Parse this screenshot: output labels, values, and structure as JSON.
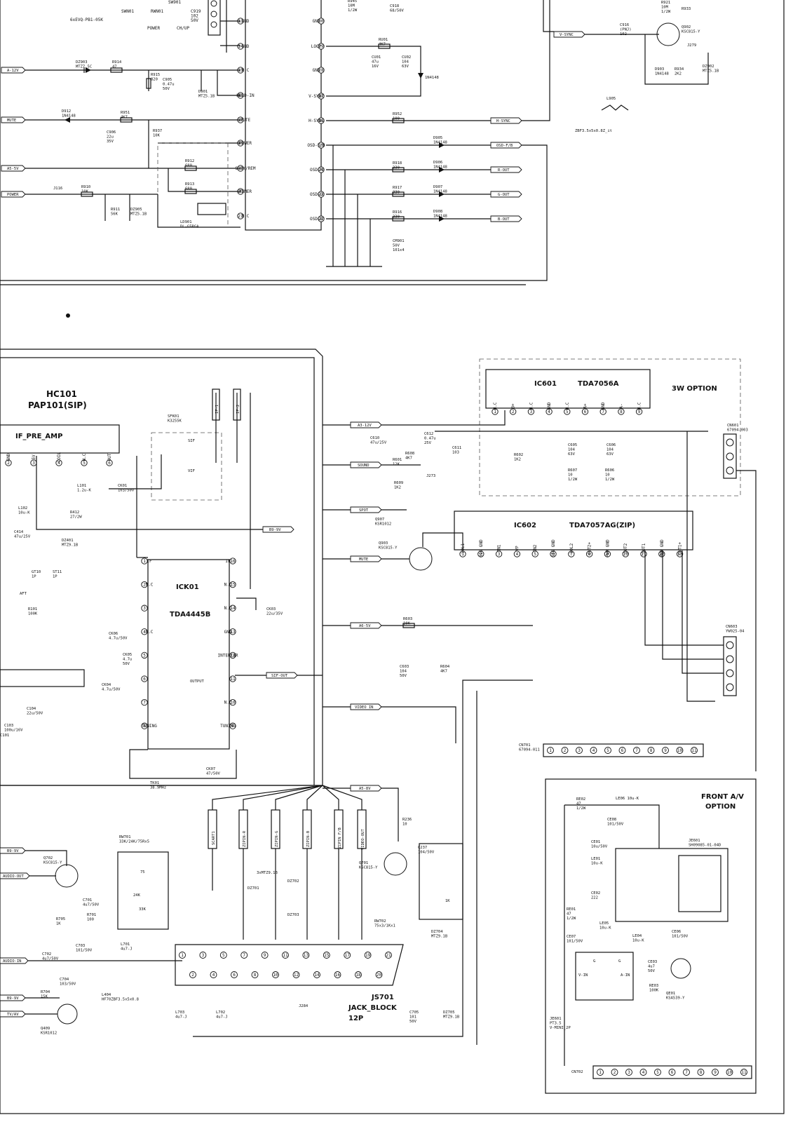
{
  "blocks": {
    "hc101": {
      "name": "HC101",
      "type": "PAP101(SIP)",
      "title": "IF_PRE_AMP"
    },
    "ick01": {
      "name": "ICK01",
      "type": "TDA4445B"
    },
    "ic601": {
      "name": "IC601",
      "type": "TDA7056A",
      "option": "3W OPTION"
    },
    "ic602": {
      "name": "IC602",
      "type": "TDA7057AG(ZIP)"
    },
    "front_av": {
      "title_line1": "FRONT A/V",
      "title_line2": "OPTION"
    },
    "js701": {
      "name": "JS701",
      "type": "JACK_BLOCK",
      "pins": "12P"
    }
  },
  "micro_pins_left": [
    {
      "num": "13",
      "label": "GND"
    },
    {
      "num": "14",
      "label": "GND"
    },
    {
      "num": "15",
      "label": "N.C"
    },
    {
      "num": "16",
      "label": "HOLD-IN"
    },
    {
      "num": "17",
      "label": "MUTE"
    },
    {
      "num": "18",
      "label": "POWER"
    },
    {
      "num": "19",
      "label": "S-BY/REM"
    },
    {
      "num": "20",
      "label": "TIMER"
    },
    {
      "num": "21",
      "label": "N.C"
    }
  ],
  "micro_pins_right": [
    {
      "num": "30",
      "label": "GND"
    },
    {
      "num": "29",
      "label": "LOOP"
    },
    {
      "num": "28",
      "label": "GND"
    },
    {
      "num": "27",
      "label": "V-SYNC"
    },
    {
      "num": "26",
      "label": "H-SYNC"
    },
    {
      "num": "25",
      "label": "OSD-F/B"
    },
    {
      "num": "24",
      "label": "OSD-R"
    },
    {
      "num": "23",
      "label": "OSD-G"
    },
    {
      "num": "22",
      "label": "OSD-B"
    }
  ],
  "ick01_pins_left": [
    {
      "num": "1",
      "label": "IF"
    },
    {
      "num": "2",
      "label": "N.C"
    },
    {
      "num": "3",
      "label": ""
    },
    {
      "num": "4",
      "label": "N.C"
    },
    {
      "num": "5",
      "label": ""
    },
    {
      "num": "6",
      "label": ""
    },
    {
      "num": "7",
      "label": ""
    },
    {
      "num": "8",
      "label": "TUNING"
    }
  ],
  "ick01_pins_right": [
    {
      "num": "16",
      "label": "IF"
    },
    {
      "num": "15",
      "label": "N.C"
    },
    {
      "num": "14",
      "label": "N.C"
    },
    {
      "num": "13",
      "label": "GND"
    },
    {
      "num": "12",
      "label": "INTERCAR"
    },
    {
      "num": "11",
      "label": ""
    },
    {
      "num": "10",
      "label": "N.C"
    },
    {
      "num": "9",
      "label": "TUNING"
    }
  ],
  "ick01_output_label": "OUTPUT",
  "hc101_pins": [
    {
      "num": "2",
      "label": "GND"
    },
    {
      "num": "3",
      "label": "5V"
    },
    {
      "num": "4",
      "label": "COIL"
    },
    {
      "num": "5",
      "label": "N.C"
    },
    {
      "num": "6",
      "label": "OUT"
    }
  ],
  "ic601_pins": [
    {
      "num": "1",
      "label": "N.C"
    },
    {
      "num": "2",
      "label": "B+"
    },
    {
      "num": "3",
      "label": "N.C"
    },
    {
      "num": "4",
      "label": "GND"
    },
    {
      "num": "5",
      "label": "N.C"
    },
    {
      "num": "6",
      "label": "A+"
    },
    {
      "num": "7",
      "label": "GND"
    },
    {
      "num": "8",
      "label": "A-"
    },
    {
      "num": "9",
      "label": "N.C"
    }
  ],
  "ic602_pins": [
    {
      "num": "1",
      "label": "VOL1"
    },
    {
      "num": "2",
      "label": "SIG GND"
    },
    {
      "num": "3",
      "label": "IN1"
    },
    {
      "num": "4",
      "label": "VP"
    },
    {
      "num": "5",
      "label": "IN2"
    },
    {
      "num": "6",
      "label": "SIG GND"
    },
    {
      "num": "7",
      "label": "VOL2"
    },
    {
      "num": "8",
      "label": "OUT2+"
    },
    {
      "num": "9",
      "label": "PWR GND"
    },
    {
      "num": "10",
      "label": "OUT2"
    },
    {
      "num": "11",
      "label": "OUT1"
    },
    {
      "num": "12",
      "label": "PWR GND"
    },
    {
      "num": "13",
      "label": "OUT1+"
    }
  ],
  "cn701_pins": [
    "1",
    "2",
    "3",
    "4",
    "5",
    "6",
    "7",
    "8",
    "9",
    "10",
    "11"
  ],
  "cn702_pins": [
    "1",
    "2",
    "3",
    "4",
    "5",
    "6",
    "7",
    "8",
    "9",
    "10",
    "11"
  ],
  "js701_top_pins": [
    "1",
    "3",
    "5",
    "7",
    "9",
    "11",
    "13",
    "15",
    "17",
    "19",
    "21"
  ],
  "js701_bottom_pins": [
    "2",
    "4",
    "6",
    "8",
    "10",
    "12",
    "14",
    "16",
    "18",
    "20"
  ],
  "signal_tags": {
    "a12v": "A-12V",
    "mute": "MUTE",
    "a55v": "A5-5V",
    "power": "POWER",
    "vsync": "V-SYNC",
    "hsync": "H-SYNC",
    "osdfb": "OSD-F/B",
    "rout": "R-OUT",
    "gout": "G-OUT",
    "bout": "B-OUT",
    "a3_12v": "A3-12V",
    "sound": "SOUND",
    "spot": "SPOT",
    "mute2": "MUTE",
    "b9_9v": "B9-9V",
    "a6_5v": "A6-5V",
    "sif_out": "SIF-OUT",
    "video_in": "VIDEO IN",
    "a5_8v": "A5-8V",
    "b9_9v_l": "B9-9V",
    "audio_out": "AUDIO-OUT",
    "audio_in": "AUDIO-IN",
    "b9_9v_l2": "B9-9V",
    "tv_av": "TV/AV"
  },
  "vertical_tags": {
    "scart1": "SCART1",
    "zipin_r": "ZIPIN-R",
    "zipin_g": "ZIPIN-G",
    "zipin_b": "ZIPIN-B",
    "zipin_fb": "ZIPIN F/B",
    "video_out": "VIDEO-OUT",
    "if1": "IF-1",
    "if2": "IF-2"
  },
  "labels": {
    "sw_evq": "6xEVQ-PB1-05K",
    "swn01": "SWN01",
    "rwn01": "RWN01",
    "sw901": "SW901",
    "power_btn": "POWER",
    "chup_btn": "CH/UP",
    "c919": "C919\n102\n50V",
    "dz903": "DZ903\nMTZ7.5C",
    "r914": "R914\n47",
    "r915": "R915\n820",
    "c905": "C905\n0.47u\n50V",
    "d901": "D901\nMTZ5.1B",
    "d912": "D912\n1N4148",
    "r951": "R951\n4K7",
    "c906": "C906\n22u\n35V",
    "r937": "R937\n10K",
    "r912": "R912\n680",
    "r913": "R913\n680",
    "j116": "J116",
    "r910": "R910\n10K",
    "r911": "R911\n56K",
    "dz905": "DZ905\nMTZ5.1B",
    "ld901": "LD901\nDL-G5RGA",
    "r945": "R945\n10M\n1/2W",
    "c918": "C918\n68/50V",
    "ru01": "RU01\n4K7",
    "cu01": "CU01\n47u\n16V",
    "cu02": "CU02\n104\n63V",
    "d_1n4148": "1N4148",
    "r952": "R952\n100",
    "d905": "D905\n1N4148",
    "r918": "R918\n330",
    "d906": "D906\n1N4148",
    "r917": "R917\n330",
    "d907": "D907\n1N4148",
    "r916": "R916\n330",
    "d908": "D908\n1N4148",
    "cm901": "CM901\n50V\n101x4",
    "r921": "R921\n10M\n1/2W",
    "r933": "R933",
    "c916": "C916\n(PNJ)\n102",
    "q902": "Q902\nKSC815-Y",
    "j279": "J279",
    "d903": "D903\n1N4148",
    "r934": "R934\n2K2",
    "dz902": "DZ902\nMTZ5.1B",
    "l905": "L905",
    "zbf3": "ZBF3.5x5x0.8Z_it",
    "sfk01": "SFK01\nK3255K",
    "sif": "SIF",
    "vif": "VIF",
    "ck01": "CK01\n103/50V",
    "l101": "L101\n1.2u-K",
    "l102": "L102\n10u-K",
    "c414": "C414\n47u/25V",
    "r412": "R412\n27/2W",
    "dz401": "DZ401\nMTZ9.1B",
    "gt10": "GT10\n1P",
    "st11": "ST11\n1P",
    "r101": "R101\n100K",
    "aft": "AFT",
    "c104": "C104\n22u/50V",
    "c103": "C103\n100u/16V",
    "c101": "C101",
    "ck06": "CK06\n4.7u/50V",
    "ck05": "CK05\n4.7u\n50V",
    "ck04": "CK04\n4.7u/50V",
    "ck03": "CK03\n22u/35V",
    "tk01": "TK01\n38.9MHz",
    "ck07": "CK07\n47/50V",
    "c610": "C610\n47u/25V",
    "c612": "C612\n0.47u\n25V",
    "r608": "R608\n4K7",
    "r609": "R609\n1K2",
    "r601": "R601\n12K",
    "j273": "J273",
    "c611": "C611\n103",
    "r602": "R602\n1K2",
    "c605": "C605\n104\n63V",
    "c606": "C606\n104\n63V",
    "r607": "R607\n10\n1/2W",
    "r606": "R606\n10\n1/2W",
    "cn601": "CN601\n67094-003",
    "q907": "Q907\nKSR1012",
    "q903": "Q903\nKSC815-Y",
    "r603": "R603\n10K",
    "c603": "C603\n104\n50V",
    "r604": "R604\n4K7",
    "cn603": "CN603\nYW025-04",
    "cn701": "CN701\n67094-011",
    "r236": "R236\n10",
    "c237": "C237\n104/50V",
    "rw701": "RW701\n33K/24K/75Rx5",
    "r_75": "75",
    "r_24k": "24K",
    "r_33k": "33K",
    "mtz3": "3xMTZ9.1B",
    "dz701": "DZ701",
    "dz702": "DZ702",
    "dz703": "DZ703",
    "q701": "Q701\nKSC815-Y",
    "rw702": "RW702\n75x3/1Kx1",
    "r_1k": "1K",
    "dz704": "DZ704\nMTZ9.1B",
    "q702": "Q702\nKSC815-Y",
    "c701": "C701\n4u7/50V",
    "r705": "R705\n1K",
    "r701": "R701\n100",
    "c703": "C703\n101/50V",
    "l701": "L701\n4u7-J",
    "c702": "C702\n4u7/50V",
    "c704": "C704\n103/50V",
    "r704": "R704\n15K",
    "q409": "Q409\nKSR1012",
    "l404": "L404\nHF70ZBF3.5x5x0.8",
    "l703": "L703\n4u7-J",
    "l702": "L702\n4u7-J",
    "j284": "J284",
    "c705": "C705\n101\n50V",
    "dz705": "DZ705\nMTZ9.1B",
    "re02": "RE02\n47\n1/2W",
    "le06": "LE06 10u-K",
    "ce08": "CE08\n101/50V",
    "ce01": "CE01\n10u/50V",
    "le01": "LE01\n10u-K",
    "ce02": "CE02\n222",
    "je601_top": "JE601\nSH09085-01-04D",
    "re01": "RE01\n47\n1/2W",
    "le05": "LE05\n10u-K",
    "ce07": "CE07\n101/50V",
    "le04": "LE04\n10u-K",
    "ce06": "CE06\n101/50V",
    "ce03": "CE03\n4u7\n50V",
    "re03": "RE03\n100K",
    "qe01": "QE01\nKSA539-Y",
    "je601_bot": "JE601\nPT3.5\nV-MINI_2P",
    "vin": "V-IN",
    "ain": "A-IN",
    "g1": "G",
    "g2": "G",
    "cn702": "CN702"
  }
}
